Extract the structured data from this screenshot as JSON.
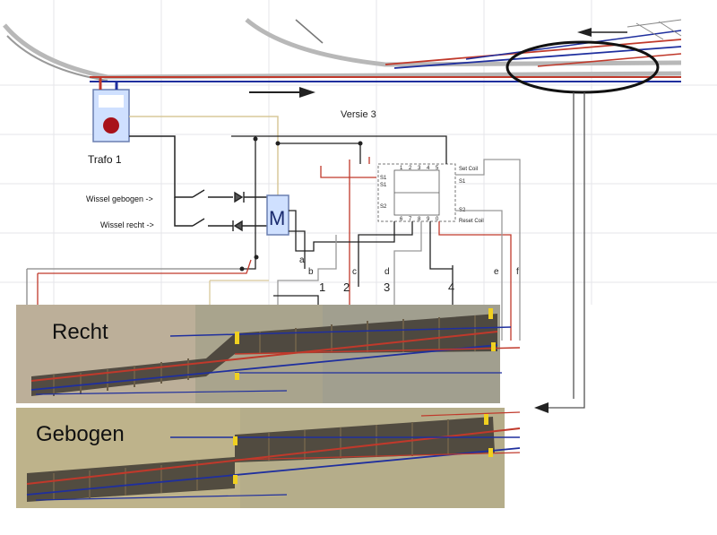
{
  "title": "Versie 3",
  "trafo_label": "Trafo 1",
  "switch_bent_label": "Wissel gebogen ->",
  "switch_straight_label": "Wissel recht ->",
  "motor_label": "M",
  "relay": {
    "set_coil": "Set Coil",
    "reset_coil": "Reset Coil",
    "pins_top": [
      "1",
      "2",
      "3",
      "4",
      "5"
    ],
    "pins_bottom": [
      "6",
      "7",
      "8",
      "9",
      "0"
    ],
    "side_top": [
      "S1",
      "S1",
      "S1"
    ],
    "side_bottom": [
      "S2",
      "S2"
    ]
  },
  "wire_letters": [
    "a",
    "b",
    "c",
    "d",
    "e",
    "f"
  ],
  "wire_numbers": [
    "1",
    "2",
    "3",
    "4"
  ],
  "panel_straight": "Recht",
  "panel_bent": "Gebogen",
  "colors": {
    "red_wire": "#c0392b",
    "blue_wire": "#1f2f9e",
    "black_wire": "#222222",
    "tan_wire": "#d8c89a",
    "grey_wire": "#999999"
  }
}
